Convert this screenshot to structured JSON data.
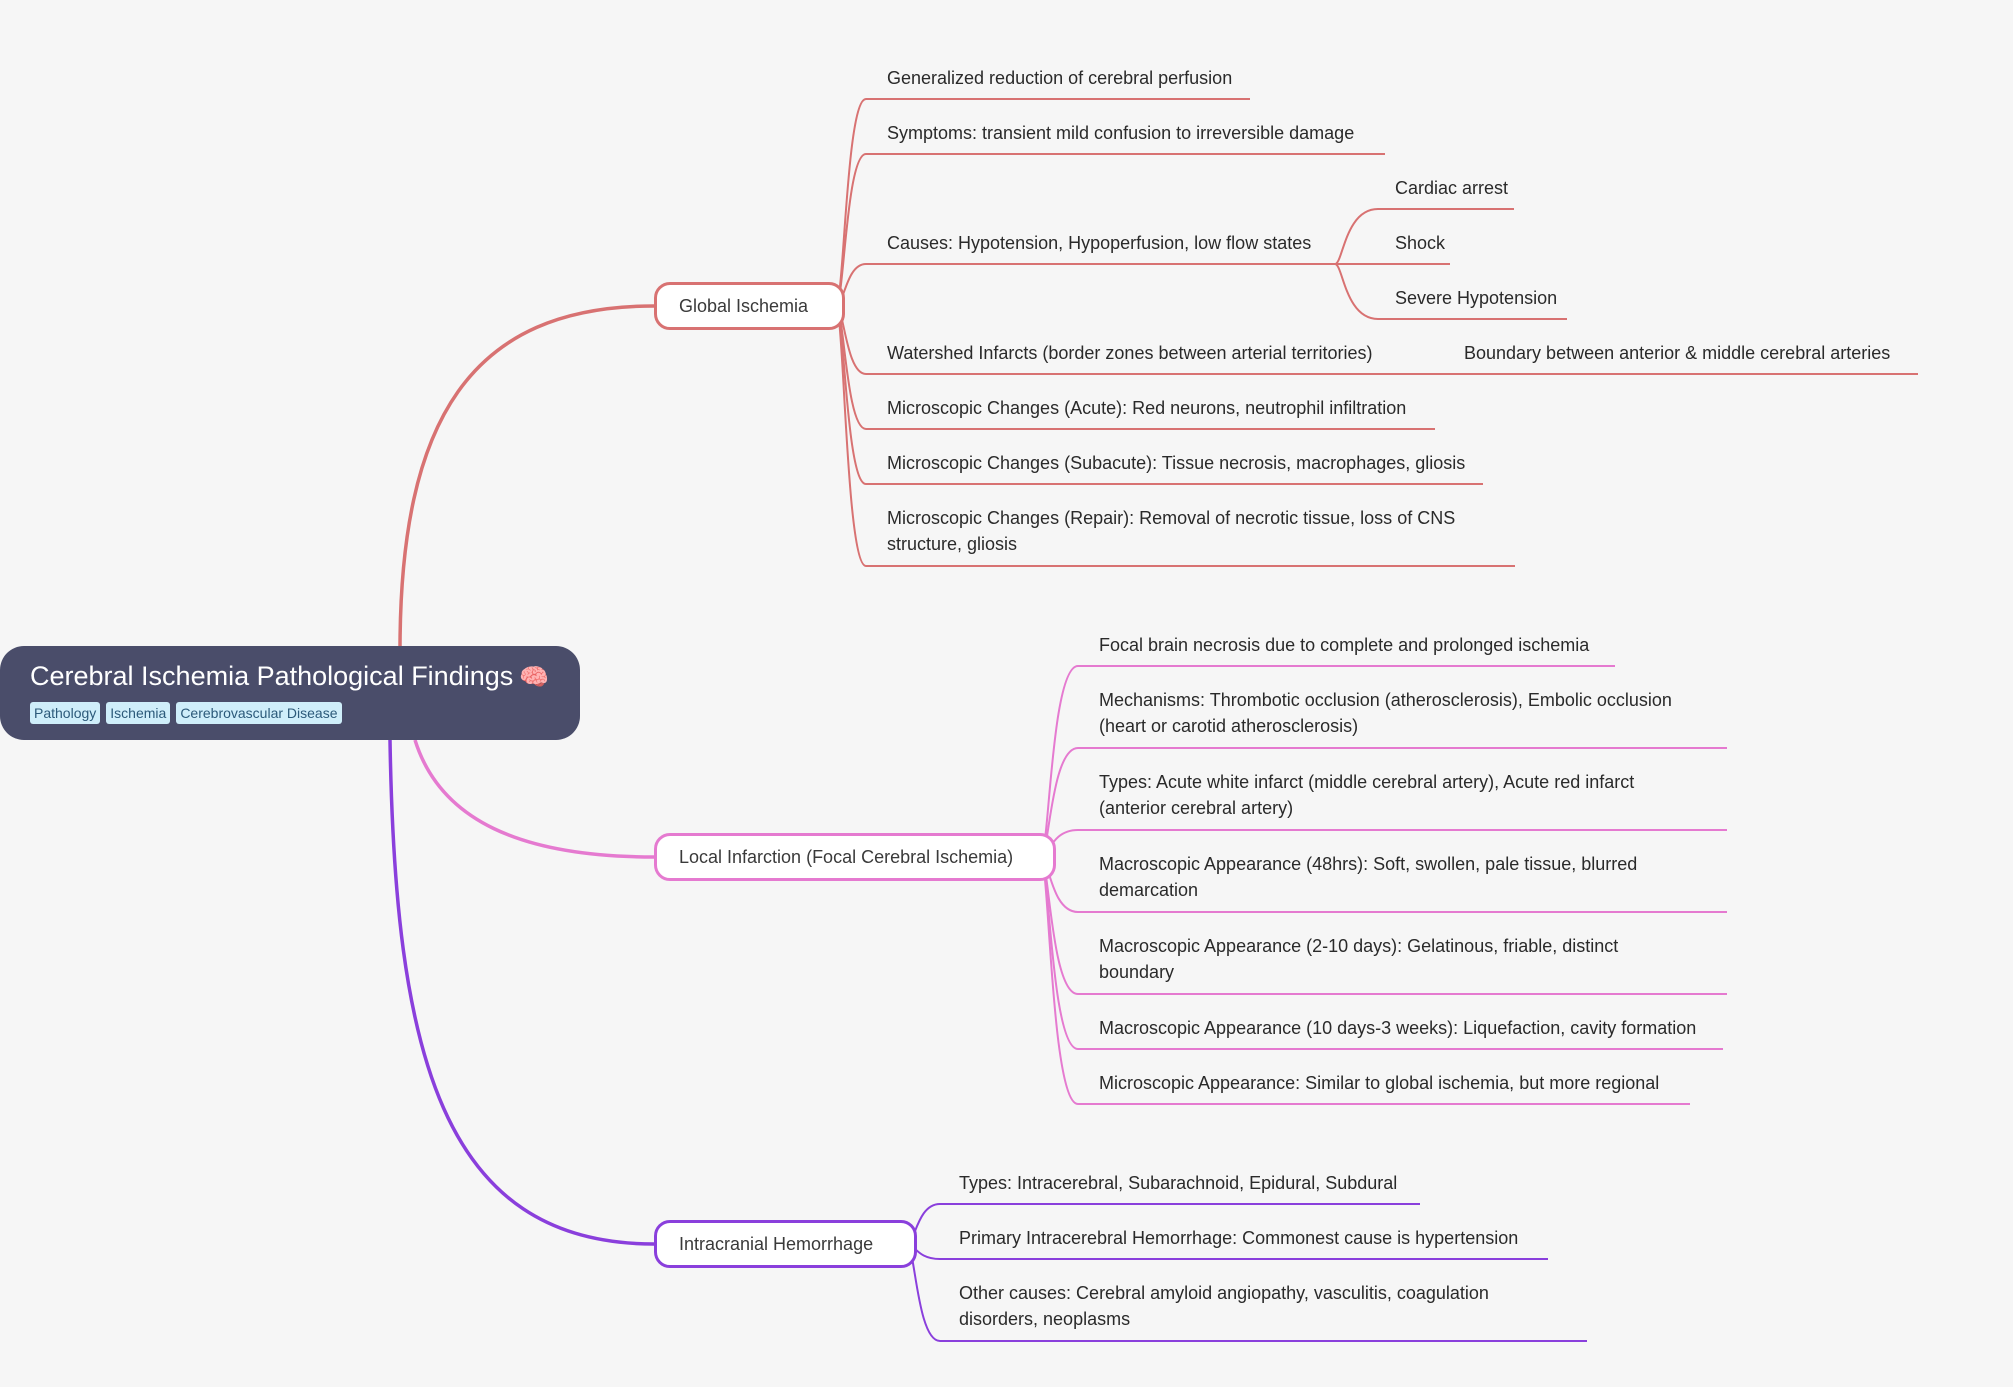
{
  "root": {
    "title": "Cerebral Ischemia Pathological Findings",
    "emoji": "🧠",
    "tags": [
      "Pathology",
      "Ischemia",
      "Cerebrovascular Disease"
    ]
  },
  "branches": [
    {
      "label": "Global Ischemia",
      "color": "#d87272",
      "children": [
        {
          "text": "Generalized reduction of cerebral perfusion"
        },
        {
          "text": "Symptoms: transient mild confusion to irreversible damage"
        },
        {
          "text": "Causes: Hypotension, Hypoperfusion, low flow states",
          "children": [
            "Cardiac arrest",
            "Shock",
            "Severe Hypotension"
          ]
        },
        {
          "text": "Watershed Infarcts (border zones between arterial territories)",
          "children": [
            "Boundary between anterior & middle cerebral arteries"
          ]
        },
        {
          "text": "Microscopic Changes (Acute): Red neurons, neutrophil infiltration"
        },
        {
          "text": "Microscopic Changes (Subacute): Tissue necrosis, macrophages, gliosis"
        },
        {
          "text": "Microscopic Changes (Repair): Removal of necrotic tissue, loss of CNS",
          "text2": "structure, gliosis"
        }
      ]
    },
    {
      "label": "Local Infarction (Focal Cerebral Ischemia)",
      "color": "#e57ad0",
      "children": [
        {
          "text": "Focal brain necrosis due to complete and prolonged ischemia"
        },
        {
          "text": "Mechanisms: Thrombotic occlusion (atherosclerosis), Embolic occlusion",
          "text2": "(heart or carotid atherosclerosis)"
        },
        {
          "text": "Types: Acute white infarct (middle cerebral artery), Acute red infarct",
          "text2": "(anterior cerebral artery)"
        },
        {
          "text": "Macroscopic Appearance (48hrs): Soft, swollen, pale tissue, blurred",
          "text2": "demarcation"
        },
        {
          "text": "Macroscopic Appearance (2-10 days): Gelatinous, friable, distinct",
          "text2": "boundary"
        },
        {
          "text": "Macroscopic Appearance (10 days-3 weeks): Liquefaction, cavity formation"
        },
        {
          "text": "Microscopic Appearance: Similar to global ischemia, but more regional"
        }
      ]
    },
    {
      "label": "Intracranial Hemorrhage",
      "color": "#8a3fdc",
      "children": [
        {
          "text": "Types: Intracerebral, Subarachnoid, Epidural, Subdural"
        },
        {
          "text": "Primary Intracerebral Hemorrhage: Commonest cause is hypertension"
        },
        {
          "text": "Other causes: Cerebral amyloid angiopathy, vasculitis, coagulation",
          "text2": "disorders, neoplasms"
        }
      ]
    }
  ]
}
